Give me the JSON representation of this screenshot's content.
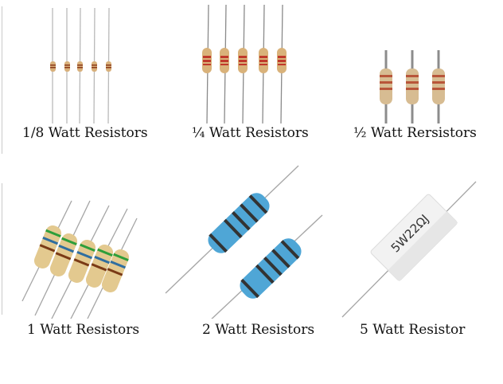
{
  "panels": [
    {
      "label": "1/8 Watt Resistors",
      "resistor_count": 5,
      "body_color": "#d8b07a",
      "band_colors": [
        "#8b3a1a",
        "#8b3a1a",
        "#8b3a1a"
      ]
    },
    {
      "label": "¼ Watt Resistors",
      "resistor_count": 5,
      "body_color": "#d9b27a",
      "band_colors": [
        "#c0392b",
        "#c0392b",
        "#c0392b"
      ]
    },
    {
      "label": "½ Watt Rersistors",
      "resistor_count": 3,
      "body_color": "#d7bc92",
      "band_colors": [
        "#b8563a",
        "#b8563a",
        "#b8563a"
      ]
    },
    {
      "label": "1 Watt Resistors",
      "resistor_count": 5,
      "body_color": "#e3c98f",
      "band_colors": [
        "#2e9e3a",
        "#2f6ea0",
        "#7a3a16"
      ]
    },
    {
      "label": "2 Watt Resistors",
      "resistor_count": 2,
      "body_color": "#4fa6d6",
      "band_colors": [
        "#333333",
        "#333333",
        "#333333",
        "#333333",
        "#333333"
      ]
    },
    {
      "label": "5 Watt Resistor",
      "resistor_count": 1,
      "body_color": "#f2f2f2",
      "marking": "5W22ΩJ"
    }
  ]
}
